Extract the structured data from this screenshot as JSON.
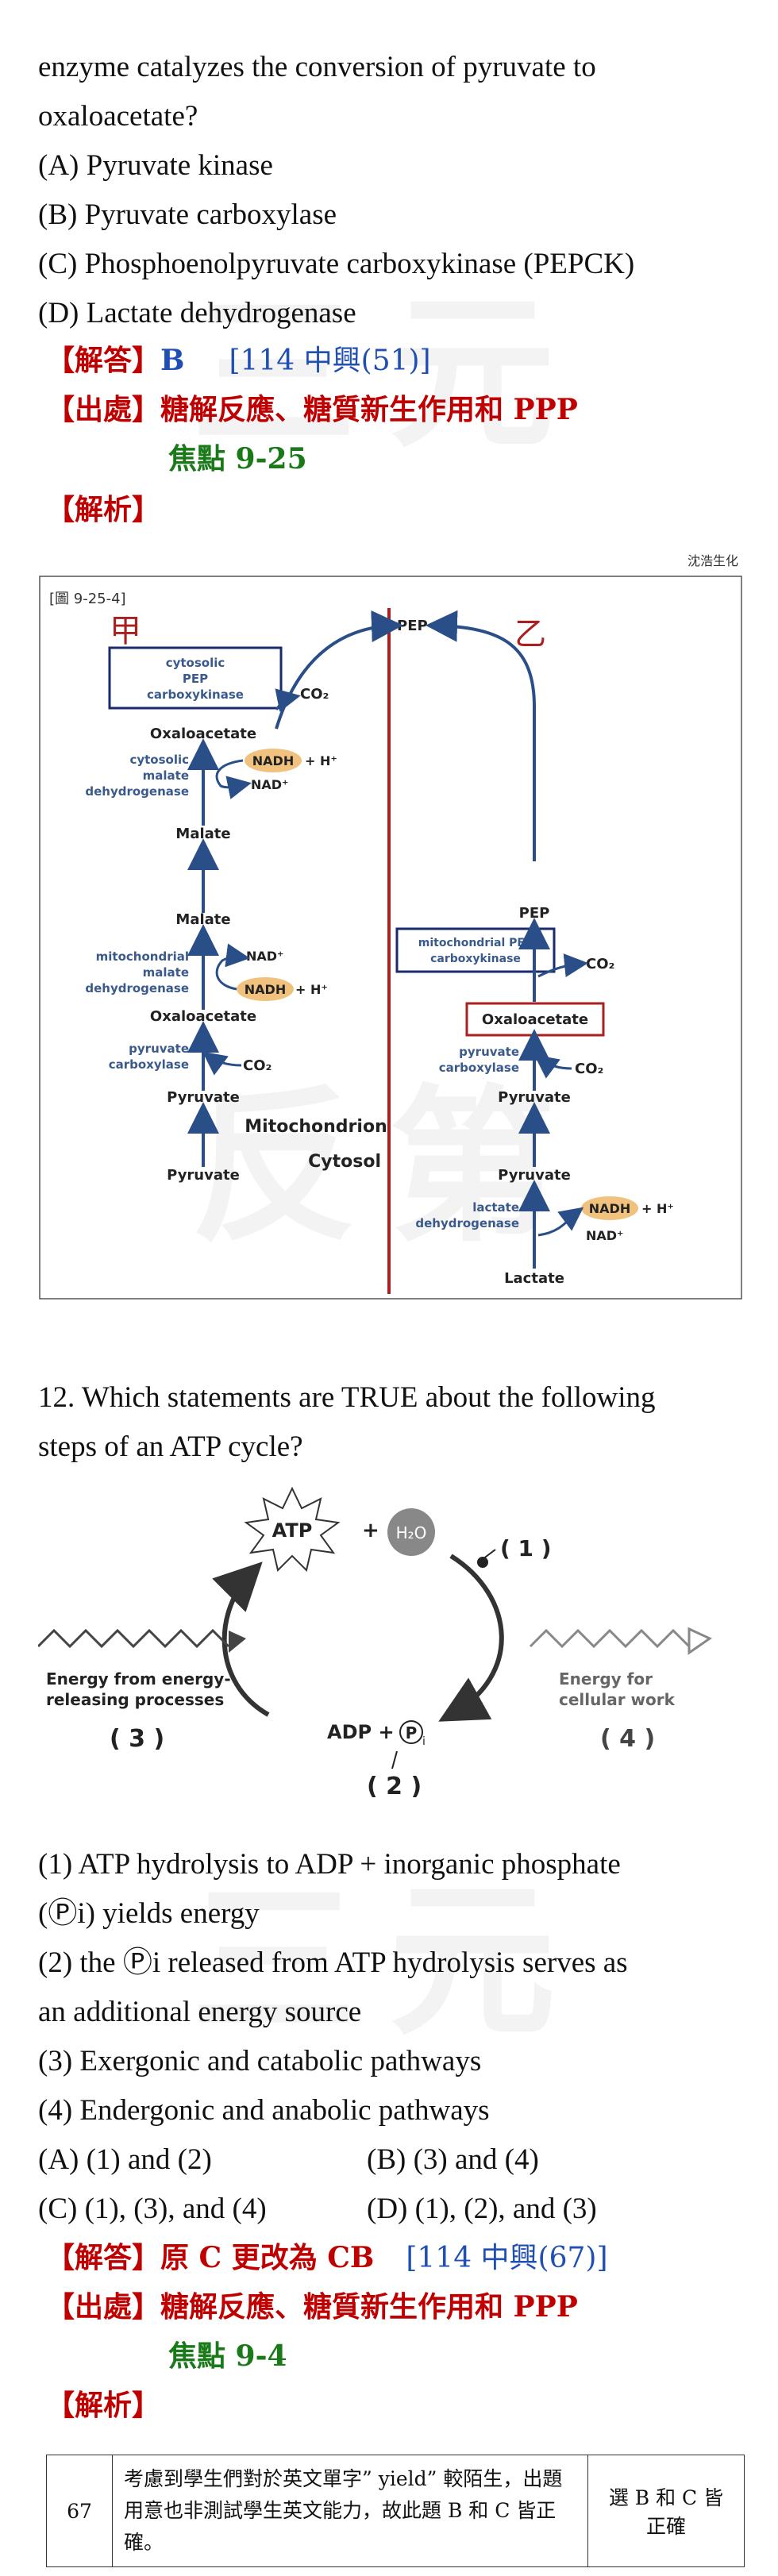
{
  "q11": {
    "lines": [
      "enzyme catalyzes the conversion of pyruvate to",
      "oxaloacetate?",
      "(A) Pyruvate kinase",
      "(B) Pyruvate carboxylase",
      "(C) Phosphoenolpyruvate carboxykinase (PEPCK)",
      "(D) Lactate dehydrogenase"
    ],
    "answer_label": "【解答】",
    "answer_value": "B",
    "answer_source": "[114 中興(51)]",
    "origin_label": "【出處】",
    "origin_value": "糖解反應、糖質新生作用和 PPP",
    "focus": "焦點 9-25",
    "analysis_label": "【解析】"
  },
  "figure1": {
    "credit": "沈浩生化",
    "tag": "[圖 9-25-4]",
    "jia": "甲",
    "yi": "乙",
    "labels": {
      "pep_top": "PEP",
      "cyto_pepck": [
        "cytosolic",
        "PEP",
        "carboxykinase"
      ],
      "co2": "CO₂",
      "oaa_top": "Oxaloacetate",
      "cyto_mdh": [
        "cytosolic",
        "malate",
        "dehydrogenase"
      ],
      "nadh": "NADH",
      "plus_h": "+ H⁺",
      "nad": "NAD⁺",
      "malate_upper": "Malate",
      "malate_lower": "Malate",
      "mito_mdh": [
        "mitochondrial",
        "malate",
        "dehydrogenase"
      ],
      "mito_pepck": [
        "mitochondrial PEP",
        "carboxykinase"
      ],
      "pep_right": "PEP",
      "oaa_left": "Oxaloacetate",
      "oaa_right": "Oxaloacetate",
      "pyr_carb": [
        "pyruvate",
        "carboxylase"
      ],
      "pyruvate": "Pyruvate",
      "mitochondrion": "Mitochondrion",
      "cytosol": "Cytosol",
      "ldh": [
        "lactate",
        "dehydrogenase"
      ],
      "lactate": "Lactate"
    }
  },
  "q12": {
    "stem": [
      "12. Which statements are TRUE about the following",
      "steps of an ATP cycle?"
    ],
    "statements": [
      "(1) ATP hydrolysis to ADP + inorganic phosphate",
      "(Ⓟi) yields energy",
      "(2) the  Ⓟi released from ATP hydrolysis serves as",
      "an additional energy source",
      "(3) Exergonic and catabolic pathways",
      "(4) Endergonic and anabolic pathways"
    ],
    "options": {
      "a": "(A) (1) and (2)",
      "b": "(B) (3) and (4)",
      "c": "(C) (1), (3), and (4)",
      "d": "(D) (1), (2), and (3)"
    },
    "answer_label": "【解答】",
    "answer_value": "原 C 更改為 CB",
    "answer_source": "[114 中興(67)]",
    "origin_label": "【出處】",
    "origin_value": "糖解反應、糖質新生作用和 PPP",
    "focus": "焦點 9-4",
    "analysis_label": "【解析】"
  },
  "figure2": {
    "atp": "ATP",
    "plus": "+",
    "h2o": "H₂O",
    "n1": "( 1 )",
    "n2": "( 2 )",
    "n3": "( 3 )",
    "n4": "( 4 )",
    "energy_from": [
      "Energy from energy-",
      "releasing processes"
    ],
    "energy_for": [
      "Energy for",
      "cellular work"
    ],
    "adp": "ADP +",
    "pi": "P",
    "pi_sub": "i"
  },
  "note_table": {
    "number": "67",
    "text": "考慮到學生們對於英文單字” yield” 較陌生，出題用意也非測試學生英文能力，故此題 B 和 C 皆正確。",
    "result": "選 B 和 C 皆正確"
  },
  "watermark": [
    "三元",
    "反第"
  ]
}
